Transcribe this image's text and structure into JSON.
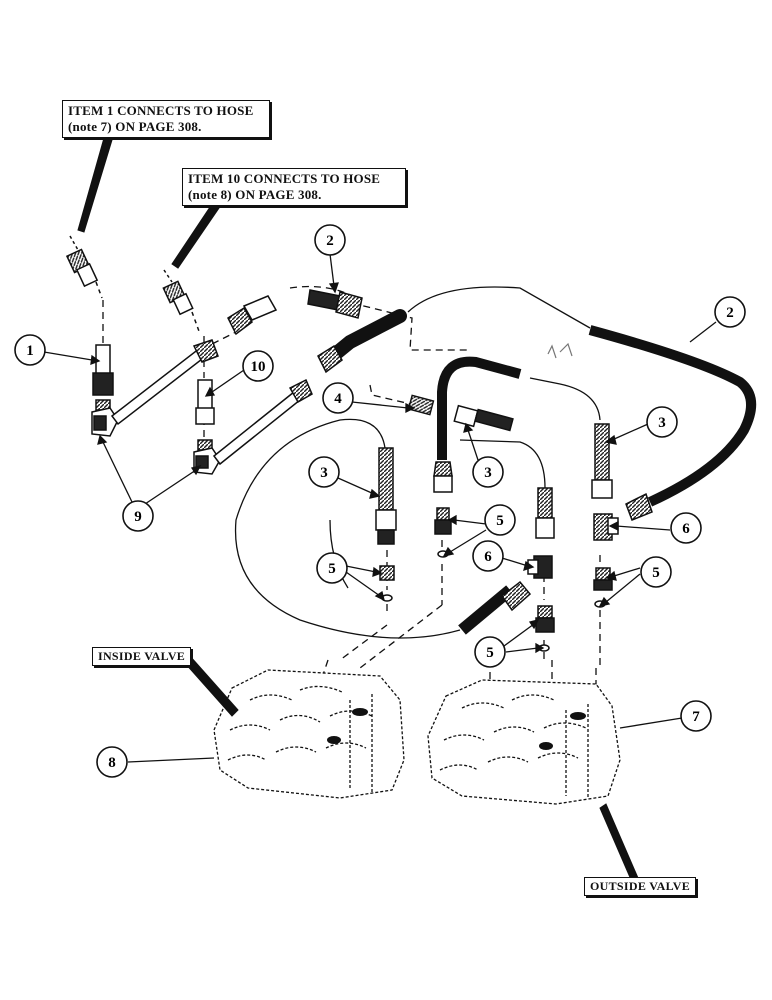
{
  "notes": {
    "item1": {
      "line1": "ITEM 1 CONNECTS TO HOSE",
      "line2": "(note 7) ON PAGE 308."
    },
    "item10": {
      "line1": "ITEM 10 CONNECTS TO HOSE",
      "line2": "(note 8) ON PAGE 308."
    }
  },
  "labels": {
    "inside_valve": "INSIDE VALVE",
    "outside_valve": "OUTSIDE VALVE"
  },
  "callouts": [
    {
      "id": "c1",
      "number": "1"
    },
    {
      "id": "c2a",
      "number": "2"
    },
    {
      "id": "c2b",
      "number": "2"
    },
    {
      "id": "c3a",
      "number": "3"
    },
    {
      "id": "c3b",
      "number": "3"
    },
    {
      "id": "c3c",
      "number": "3"
    },
    {
      "id": "c4",
      "number": "4"
    },
    {
      "id": "c5a",
      "number": "5"
    },
    {
      "id": "c5b",
      "number": "5"
    },
    {
      "id": "c5c",
      "number": "5"
    },
    {
      "id": "c5d",
      "number": "5"
    },
    {
      "id": "c6a",
      "number": "6"
    },
    {
      "id": "c6b",
      "number": "6"
    },
    {
      "id": "c7",
      "number": "7"
    },
    {
      "id": "c8",
      "number": "8"
    },
    {
      "id": "c9",
      "number": "9"
    },
    {
      "id": "c10",
      "number": "10"
    }
  ]
}
